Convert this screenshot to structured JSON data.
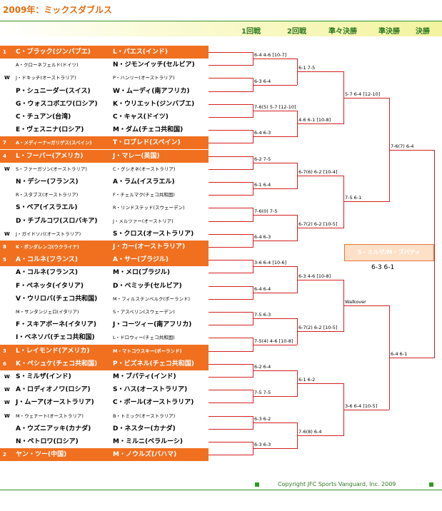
{
  "title": "2009年：ミックスダブルス",
  "rounds": [
    "1回戦",
    "2回戦",
    "準々決勝",
    "準決勝",
    "決勝"
  ],
  "colors": {
    "seed_bg": "#f07020",
    "line": "#d42020",
    "accent_green": "#2f7a23",
    "champion_bg": "#fde0c8"
  },
  "entries": [
    {
      "seed": "1",
      "a": "C・ブラック(ジンバブエ)",
      "b": "L・パエス(インド)",
      "mark": ""
    },
    {
      "seed": "",
      "a": "A・クローネフェルド(ドイツ)",
      "b": "N・ジモンイッチ(セルビア)",
      "mark": ""
    },
    {
      "seed": "",
      "a": "J・ドキッチ(オーストラリア)",
      "b": "P・ハンリー(オーストラリア)",
      "mark": "W"
    },
    {
      "seed": "",
      "a": "P・シュニーダー(スイス)",
      "b": "W・ムーディ(南アフリカ)",
      "mark": ""
    },
    {
      "seed": "",
      "a": "G・ウォスコボエワ(ロシア)",
      "b": "K・ウリエット(ジンバブエ)",
      "mark": ""
    },
    {
      "seed": "",
      "a": "C・チュアン(台湾)",
      "b": "C・キャス(ドイツ)",
      "mark": ""
    },
    {
      "seed": "",
      "a": "E・ヴェスニナ(ロシア)",
      "b": "M・ダム(チェコ共和国)",
      "mark": ""
    },
    {
      "seed": "7",
      "a": "A・メディーナ=ガリゲス(スペイン)",
      "b": "T・ロブレド(スペイン)",
      "mark": ""
    },
    {
      "seed": "4",
      "a": "L・フーバー(アメリカ)",
      "b": "J・マレー(英国)",
      "mark": ""
    },
    {
      "seed": "",
      "a": "S・ファーガソン(オーストラリア)",
      "b": "C・グシオネ(オーストラリア)",
      "mark": "W"
    },
    {
      "seed": "",
      "a": "N・デシー(フランス)",
      "b": "A・ラム(イスラエル)",
      "mark": ""
    },
    {
      "seed": "",
      "a": "R・スタブス(オーストラリア)",
      "b": "F・チェルマク(チェコ共和国)",
      "mark": ""
    },
    {
      "seed": "",
      "a": "S・ペア(イスラエル)",
      "b": "R・リンドステッド(スウェーデン)",
      "mark": ""
    },
    {
      "seed": "",
      "a": "D・チブルコワ(スロバキア)",
      "b": "J・メルツァー(オーストリア)",
      "mark": ""
    },
    {
      "seed": "",
      "a": "J・ガイドソバ(オーストラリア)",
      "b": "S・クロス(オーストラリア)",
      "mark": "W"
    },
    {
      "seed": "8",
      "a": "K・ボンダレンコ(ウクライナ)",
      "b": "J・カー(オーストラリア)",
      "mark": ""
    },
    {
      "seed": "5",
      "a": "A・コルネ(フランス)",
      "b": "A・サー(ブラジル)",
      "mark": ""
    },
    {
      "seed": "",
      "a": "A・コルネ(フランス)",
      "b": "M・メロ(ブラジル)",
      "mark": ""
    },
    {
      "seed": "",
      "a": "F・ペネッタ(イタリア)",
      "b": "D・ベミッチ(セルビア)",
      "mark": ""
    },
    {
      "seed": "",
      "a": "V・ウリロバ(チェコ共和国)",
      "b": "M・フィルステンベルク(ポーランド)",
      "mark": ""
    },
    {
      "seed": "",
      "a": "M・サンタンジェロ(イタリア)",
      "b": "S・アスペリン(スウェーデン)",
      "mark": ""
    },
    {
      "seed": "",
      "a": "F・スキアボーネ(イタリア)",
      "b": "J・コーツィー(南アフリカ)",
      "mark": ""
    },
    {
      "seed": "",
      "a": "I・ベネソバ(チェコ共和国)",
      "b": "L・ドロウィー(チェコ共和国)",
      "mark": ""
    },
    {
      "seed": "3",
      "a": "L・レイモンド(アメリカ)",
      "b": "M・マトコウスキー(ポーランド)",
      "mark": ""
    },
    {
      "seed": "6",
      "a": "K・ペシュケ(チェコ共和国)",
      "b": "P・ビズネル(チェコ共和国)",
      "mark": ""
    },
    {
      "seed": "",
      "a": "S・ミルザ(インド)",
      "b": "M・ブパティ(インド)",
      "mark": "W"
    },
    {
      "seed": "",
      "a": "A・ロディオノワ(ロシア)",
      "b": "S・ハス(オーストラリア)",
      "mark": "W"
    },
    {
      "seed": "",
      "a": "J・ムーア(オーストラリア)",
      "b": "C・ボール(オーストラリア)",
      "mark": "W"
    },
    {
      "seed": "",
      "a": "M・ウェナート(オーストラリア)",
      "b": "B・トミック(オーストラリア)",
      "mark": "W"
    },
    {
      "seed": "",
      "a": "A・ウズニアッキ(カナダ)",
      "b": "D・ネスター(カナダ)",
      "mark": ""
    },
    {
      "seed": "",
      "a": "N・ペトロワ(ロシア)",
      "b": "M・ミルニ(ベラルーシ)",
      "mark": ""
    },
    {
      "seed": "2",
      "a": "ヤン・ツー(中国)",
      "b": "M・ノウルズ(バハマ)",
      "mark": ""
    }
  ],
  "scores_r1": [
    "6-4 4-6 [10-7]",
    "6-3 6-4",
    "7-6(5) 5-7 [12-10]",
    "6-4 6-3",
    "6-2 7-5",
    "6-1 6-4",
    "7-6(0) 7-5",
    "6-4 6-3",
    "3-6 6-4 [10-6]",
    "6-4 6-4",
    "7-5 6-3",
    "7-5(4) 4-6 [10-8]",
    "6-2 6-4",
    "7-5 7-5",
    "6-3 6-2",
    "6-3 6-3"
  ],
  "scores_r2": [
    "6-1 7-5",
    "4-6 6-1 [10-8]",
    "6-7(6) 6-2 [10-4]",
    "6-7(2) 6-2 [10-5]",
    "6-3 4-6 [10-8]",
    "6-7(2) 6-2 [10-5]",
    "6-1 6-2",
    "7-6(8) 6-4"
  ],
  "scores_qf": [
    "5-7 6-4 [12-10]",
    "7-5 6-1",
    "Walkover",
    "3-6 6-4 [10-5]"
  ],
  "scores_sf": [
    "7-6(7) 6-4",
    "6-4 6-1"
  ],
  "champion": "S・ミルザ/M・ブパティ",
  "final_score": "6-3  6-1",
  "copyright": "Copyright  JFC Sports Vanguard, Inc. 2009"
}
